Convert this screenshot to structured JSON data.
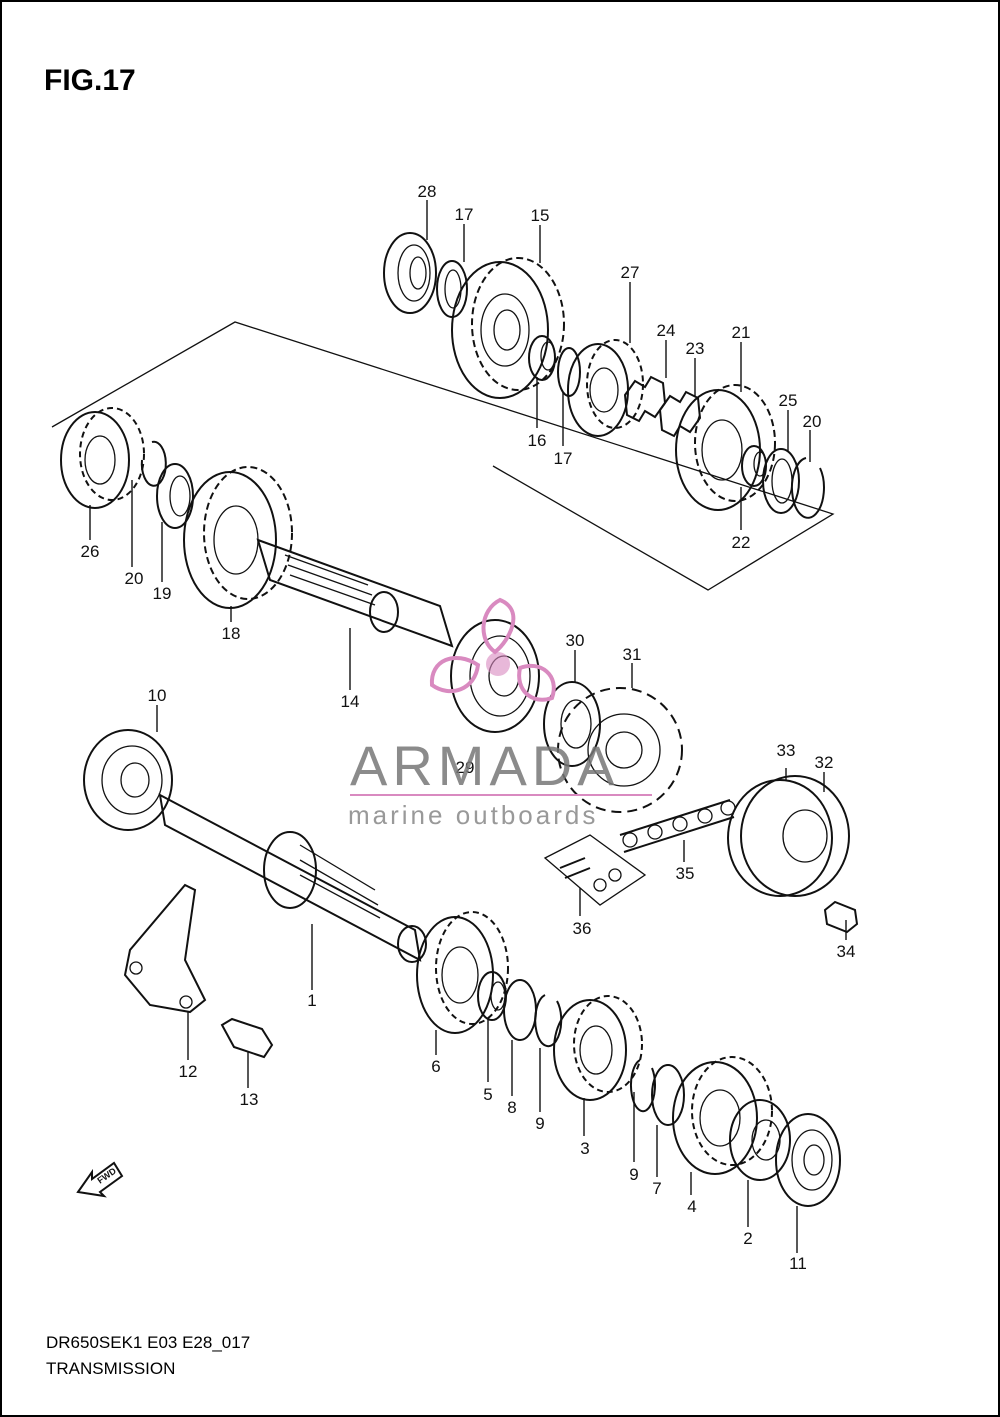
{
  "figure": {
    "title": "FIG.17"
  },
  "caption": {
    "code": "DR650SEK1 E03 E28_017",
    "name": "TRANSMISSION"
  },
  "watermark": {
    "brand": "ARMADA",
    "tagline": "marine outboards",
    "accent": "#d98ac0"
  },
  "direction_badge": {
    "label": "FWD"
  },
  "callouts": [
    {
      "id": "c28",
      "label": "28"
    },
    {
      "id": "c17a",
      "label": "17"
    },
    {
      "id": "c15",
      "label": "15"
    },
    {
      "id": "c27",
      "label": "27"
    },
    {
      "id": "c24",
      "label": "24"
    },
    {
      "id": "c23",
      "label": "23"
    },
    {
      "id": "c21",
      "label": "21"
    },
    {
      "id": "c25",
      "label": "25"
    },
    {
      "id": "c20a",
      "label": "20"
    },
    {
      "id": "c16",
      "label": "16"
    },
    {
      "id": "c17b",
      "label": "17"
    },
    {
      "id": "c22",
      "label": "22"
    },
    {
      "id": "c26",
      "label": "26"
    },
    {
      "id": "c20b",
      "label": "20"
    },
    {
      "id": "c19",
      "label": "19"
    },
    {
      "id": "c18",
      "label": "18"
    },
    {
      "id": "c14",
      "label": "14"
    },
    {
      "id": "c30",
      "label": "30"
    },
    {
      "id": "c31",
      "label": "31"
    },
    {
      "id": "c29",
      "label": "29"
    },
    {
      "id": "c10",
      "label": "10"
    },
    {
      "id": "c33",
      "label": "33"
    },
    {
      "id": "c32",
      "label": "32"
    },
    {
      "id": "c35",
      "label": "35"
    },
    {
      "id": "c36",
      "label": "36"
    },
    {
      "id": "c34",
      "label": "34"
    },
    {
      "id": "c1",
      "label": "1"
    },
    {
      "id": "c12",
      "label": "12"
    },
    {
      "id": "c13",
      "label": "13"
    },
    {
      "id": "c6",
      "label": "6"
    },
    {
      "id": "c5",
      "label": "5"
    },
    {
      "id": "c8",
      "label": "8"
    },
    {
      "id": "c9a",
      "label": "9"
    },
    {
      "id": "c3",
      "label": "3"
    },
    {
      "id": "c9b",
      "label": "9"
    },
    {
      "id": "c7",
      "label": "7"
    },
    {
      "id": "c4",
      "label": "4"
    },
    {
      "id": "c2",
      "label": "2"
    },
    {
      "id": "c11",
      "label": "11"
    }
  ]
}
